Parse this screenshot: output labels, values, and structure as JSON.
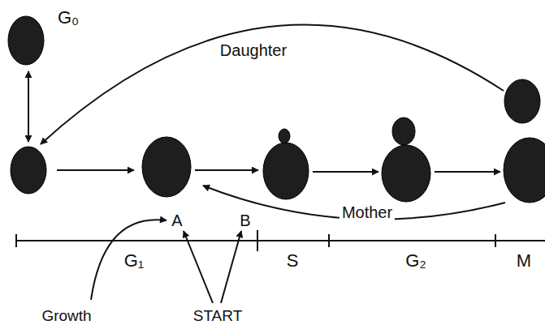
{
  "diagram": {
    "labels": [
      "G₀",
      "Daughter",
      "Mother",
      "A",
      "B",
      "G₁",
      "S",
      "G₂",
      "M",
      "Growth",
      "START"
    ]
  }
}
